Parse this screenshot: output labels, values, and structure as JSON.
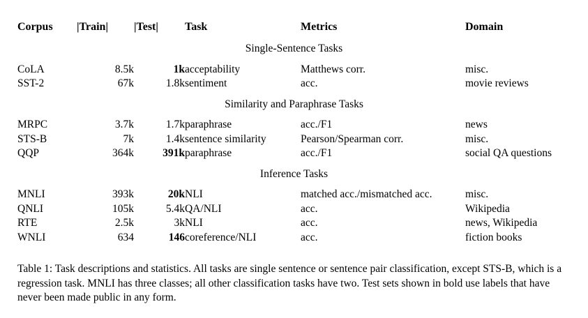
{
  "table": {
    "columns": [
      "Corpus",
      "|Train|",
      "|Test|",
      "Task",
      "Metrics",
      "Domain"
    ],
    "sections": [
      {
        "title": "Single-Sentence Tasks",
        "rows": [
          {
            "corpus": "CoLA",
            "train": "8.5k",
            "test": "1k",
            "test_bold": true,
            "task": "acceptability",
            "metrics": "Matthews corr.",
            "domain": "misc."
          },
          {
            "corpus": "SST-2",
            "train": "67k",
            "test": "1.8k",
            "test_bold": false,
            "task": "sentiment",
            "metrics": "acc.",
            "domain": "movie reviews"
          }
        ]
      },
      {
        "title": "Similarity and Paraphrase Tasks",
        "rows": [
          {
            "corpus": "MRPC",
            "train": "3.7k",
            "test": "1.7k",
            "test_bold": false,
            "task": "paraphrase",
            "metrics": "acc./F1",
            "domain": "news"
          },
          {
            "corpus": "STS-B",
            "train": "7k",
            "test": "1.4k",
            "test_bold": false,
            "task": "sentence similarity",
            "metrics": "Pearson/Spearman corr.",
            "domain": "misc."
          },
          {
            "corpus": "QQP",
            "train": "364k",
            "test": "391k",
            "test_bold": true,
            "task": "paraphrase",
            "metrics": "acc./F1",
            "domain": "social QA questions"
          }
        ]
      },
      {
        "title": "Inference Tasks",
        "rows": [
          {
            "corpus": "MNLI",
            "train": "393k",
            "test": "20k",
            "test_bold": true,
            "task": "NLI",
            "metrics": "matched acc./mismatched acc.",
            "domain": "misc."
          },
          {
            "corpus": "QNLI",
            "train": "105k",
            "test": "5.4k",
            "test_bold": false,
            "task": "QA/NLI",
            "metrics": "acc.",
            "domain": "Wikipedia"
          },
          {
            "corpus": "RTE",
            "train": "2.5k",
            "test": "3k",
            "test_bold": false,
            "task": "NLI",
            "metrics": "acc.",
            "domain": "news, Wikipedia"
          },
          {
            "corpus": "WNLI",
            "train": "634",
            "test": "146",
            "test_bold": true,
            "task": "coreference/NLI",
            "metrics": "acc.",
            "domain": "fiction books"
          }
        ]
      }
    ]
  },
  "caption": {
    "text": "Table 1: Task descriptions and statistics. All tasks are single sentence or sentence pair classification, except STS-B, which is a regression task. MNLI has three classes; all other classification tasks have two. Test sets shown in bold use labels that have never been made public in any form."
  }
}
